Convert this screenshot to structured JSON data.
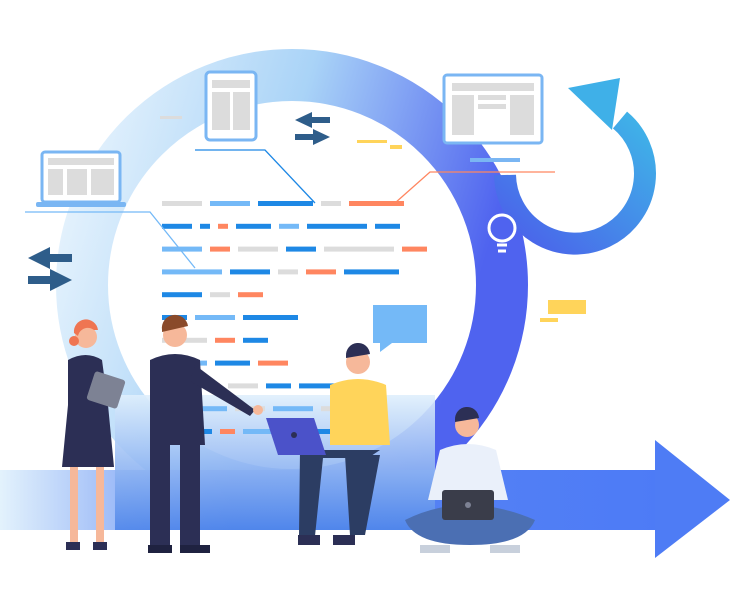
{
  "colors": {
    "ring_light": "#d6ecfb",
    "ring_dark": "#5a72f2",
    "arrow_blue": "#4e7cf5",
    "cycle_arrow": "#3fa9e6",
    "code_gray": "#dcdcdc",
    "code_blue": "#1e88e5",
    "code_light_blue": "#74b9f7",
    "code_orange": "#ff8660",
    "navy": "#2c2f55",
    "yellow": "#ffd45a",
    "skin": "#f6b89a"
  },
  "code_rows": [
    [
      [
        "g",
        40
      ],
      [
        "lb",
        40
      ],
      [
        "b",
        55
      ],
      [
        "g",
        20
      ],
      [
        "o",
        55
      ]
    ],
    [
      [
        "b",
        30
      ],
      [
        "b",
        10
      ],
      [
        "o",
        10
      ],
      [
        "b",
        35
      ],
      [
        "lb",
        20
      ],
      [
        "b",
        60
      ],
      [
        "b",
        25
      ]
    ],
    [
      [
        "lb",
        40
      ],
      [
        "o",
        20
      ],
      [
        "g",
        40
      ],
      [
        "b",
        30
      ],
      [
        "g",
        70
      ],
      [
        "o",
        25
      ]
    ],
    [
      [
        "lb",
        60
      ],
      [
        "b",
        40
      ],
      [
        "g",
        20
      ],
      [
        "o",
        30
      ],
      [
        "b",
        55
      ]
    ],
    [
      [
        "b",
        40
      ],
      [
        "g",
        20
      ],
      [
        "o",
        25
      ]
    ],
    [
      [
        "b",
        25
      ],
      [
        "lb",
        40
      ],
      [
        "b",
        55
      ]
    ],
    [
      [
        "g",
        45
      ],
      [
        "o",
        20
      ],
      [
        "b",
        25
      ]
    ],
    [
      [
        "lb",
        45
      ],
      [
        "b",
        35
      ],
      [
        "o",
        30
      ]
    ],
    [
      [
        "g",
        35
      ],
      [
        "o",
        15
      ],
      [
        "g",
        30
      ],
      [
        "b",
        25
      ],
      [
        "b",
        70
      ]
    ],
    [
      [
        "lb",
        65
      ],
      [
        "g",
        30
      ],
      [
        "lb",
        40
      ],
      [
        "g",
        40
      ]
    ],
    [
      [
        "b",
        50
      ],
      [
        "o",
        15
      ],
      [
        "lb",
        60
      ],
      [
        "b",
        40
      ]
    ]
  ]
}
